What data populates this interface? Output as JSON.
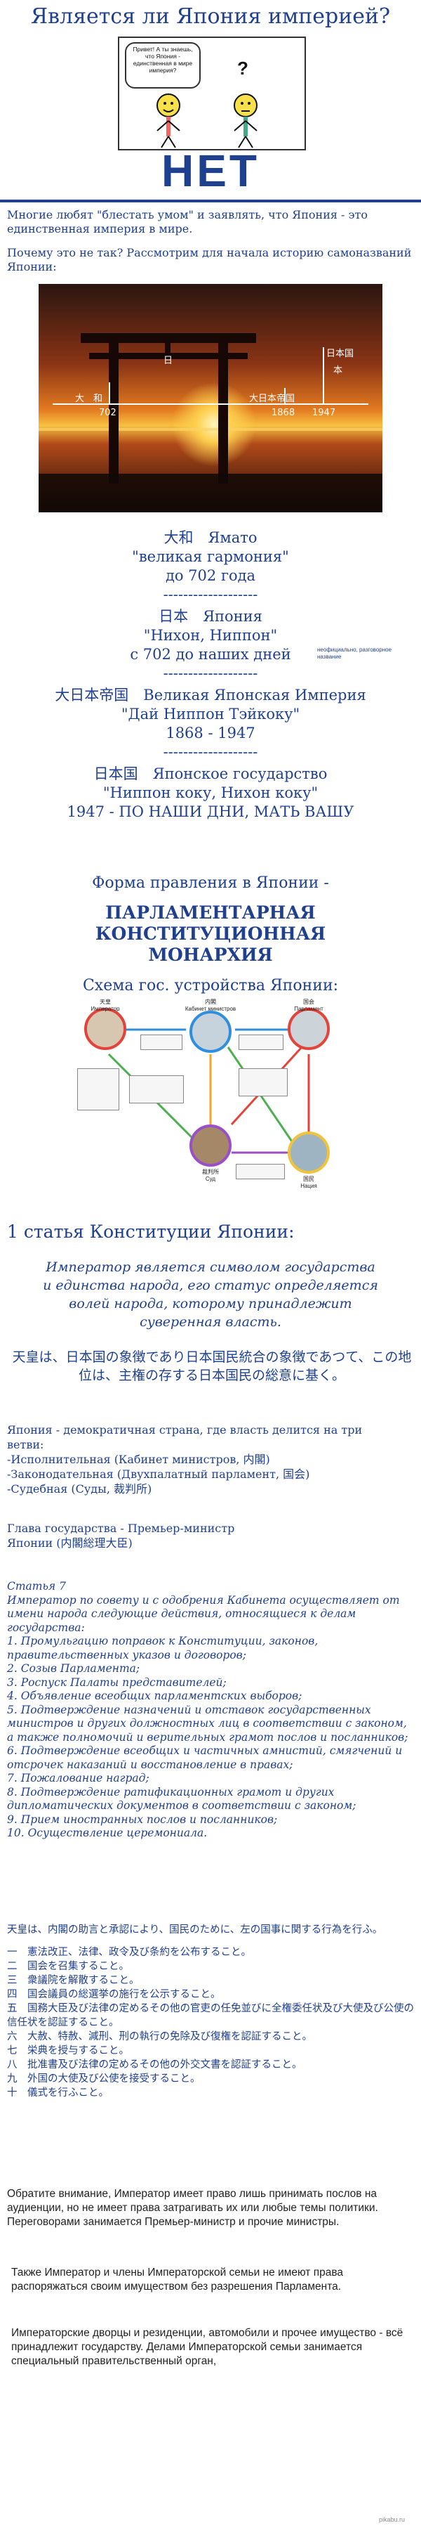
{
  "header": {
    "title": "Является ли Япония империей?",
    "comic_bubble": "Привет! А ты знаешь, что Япония - единственная в мире империя?",
    "comic_question": "?",
    "answer": "НЕТ"
  },
  "intro": {
    "p1": "Многие любят \"блестать умом\" и заявлять, что Япония - это единственная империя в мире.",
    "p2": "Почему это не так? Рассмотрим для начала историю самоназваний Японии:"
  },
  "timeline_photo": {
    "labels": [
      "日本国",
      "日",
      "本",
      "大　和",
      "大日本帝国",
      "702",
      "1868",
      "1947"
    ]
  },
  "names": [
    {
      "line1": "大和　Ямато",
      "line2": "\"великая гармония\"",
      "line3": "до 702 года",
      "sep": "-------------------"
    },
    {
      "line1": "日本　Япония",
      "line2": "\"Нихон,  Ниппон\"",
      "line3": "с 702 до наших дней",
      "note": "неофициально, разговорное название",
      "sep": "-------------------"
    },
    {
      "line1": "大日本帝国　Великая Японская Империя",
      "line2": "\"Дай Ниппон Тэйкоку\"",
      "line3": "1868 - 1947",
      "sep": "-------------------"
    },
    {
      "line1": "日本国　Японское государство",
      "line2": "\"Ниппон коку,  Нихон коку\"",
      "line3": "1947 - ПО НАШИ ДНИ,  МАТЬ ВАШУ"
    }
  ],
  "government": {
    "heading": "Форма правления в Японии -",
    "form_line1": "ПАРЛАМЕНТАРНАЯ",
    "form_line2": "КОНСТИТУЦИОННАЯ",
    "form_line3": "МОНАРХИЯ",
    "scheme_title": "Схема гос. устройства Японии:"
  },
  "diagram": {
    "nodes": [
      {
        "jp": "天皇",
        "ru": "Император",
        "color": "#e4433a"
      },
      {
        "jp": "内閣",
        "ru": "Кабинет министров",
        "color": "#2f8fdc"
      },
      {
        "jp": "国会",
        "ru": "Парламент",
        "color": "#e4433a"
      },
      {
        "jp": "裁判所",
        "ru": "Суд",
        "color": "#9a4fc6"
      },
      {
        "jp": "国民",
        "ru": "Нация",
        "color": "#f0c43a"
      }
    ],
    "arrows": [
      {
        "color": "#2f8fdc"
      },
      {
        "color": "#2f8fdc"
      },
      {
        "color": "#e4433a"
      },
      {
        "color": "#e4433a"
      },
      {
        "color": "#f5a623"
      },
      {
        "color": "#9a4fc6"
      },
      {
        "color": "#4caf50"
      },
      {
        "color": "#4caf50"
      }
    ]
  },
  "article1": {
    "heading": "1 статья Конституции Японии:",
    "ru": "Император является символом государства и единства народа, его статус определяется волей народа, которому принадлежит суверенная власть.",
    "jp": "天皇は、日本国の象徴であり日本国民統合の象徴であつて、この地位は、主権の存する日本国民の総意に基く。"
  },
  "powers": {
    "intro": "Япония - демократичная страна, где власть делится на три ветви:",
    "items": [
      "-Исполнительная (Кабинет министров, 内閣)",
      "-Законодательная (Двухпалатный парламент, 国会)",
      "-Судебная (Суды, 裁判所)"
    ],
    "head1": "Глава государства - Премьер-министр",
    "head2": "Японии (内閣総理大臣)"
  },
  "article7": {
    "title": "Статья 7",
    "lead": "Император по совету и с одобрения Кабинета осуществляет от имени народа следующие действия, относящиеся к делам государства:",
    "items": [
      "1. Промульгацию поправок к Конституции, законов, правительственных указов и договоров;",
      "2. Созыв Парламента;",
      "3. Роспуск Палаты представителей;",
      "4. Объявление всеобщих парламентских выборов;",
      "5. Подтверждение назначений и отставок государственных министров и других должностных лиц в соответствии с законом, а также полномочий и верительных грамот послов и посланников;",
      "6. Подтверждение всеобщих и частичных амнистий, смягчений и отсрочек наказаний и восстановление в правах;",
      "7. Пожалование наград;",
      "8. Подтверждение ратификационных грамот и других дипломатических документов в соответствии с законом;",
      "9. Прием иностранных послов и посланников;",
      "10. Осуществление церемониала."
    ]
  },
  "article7_jp": {
    "lead": "天皇は、内閣の助言と承認により、国民のために、左の国事に関する行為を行ふ。",
    "items": [
      "一　憲法改正、法律、政令及び条約を公布すること。",
      "二　国会を召集すること。",
      "三　衆議院を解散すること。",
      "四　国会議員の総選挙の施行を公示すること。",
      "五　国務大臣及び法律の定めるその他の官吏の任免並びに全権委任状及び大使及び公使の信任状を認証すること。",
      "六　大赦、特赦、減刑、刑の執行の免除及び復権を認証すること。",
      "七　栄典を授与すること。",
      "八　批准書及び法律の定めるその他の外交文書を認証すること。",
      "九　外国の大使及び公使を接受すること。",
      "十　儀式を行ふこと。"
    ]
  },
  "closing": {
    "p1": "Обратите внимание, Император имеет право лишь принимать послов на аудиенции, но не имеет права затрагивать их или любые темы политики. Переговорами занимается Премьер-министр и прочие министры.",
    "p2": "Также Император и члены Императорской семьи не имеют права распоряжаться своим имуществом без разрешения Парламента.",
    "p3": "Императорские дворцы и резиденции, автомобили и прочее имущество - всё принадлежит государству. Делами Императорской семьи занимается специальный правительственный орган,",
    "footer": "pikabu.ru"
  }
}
